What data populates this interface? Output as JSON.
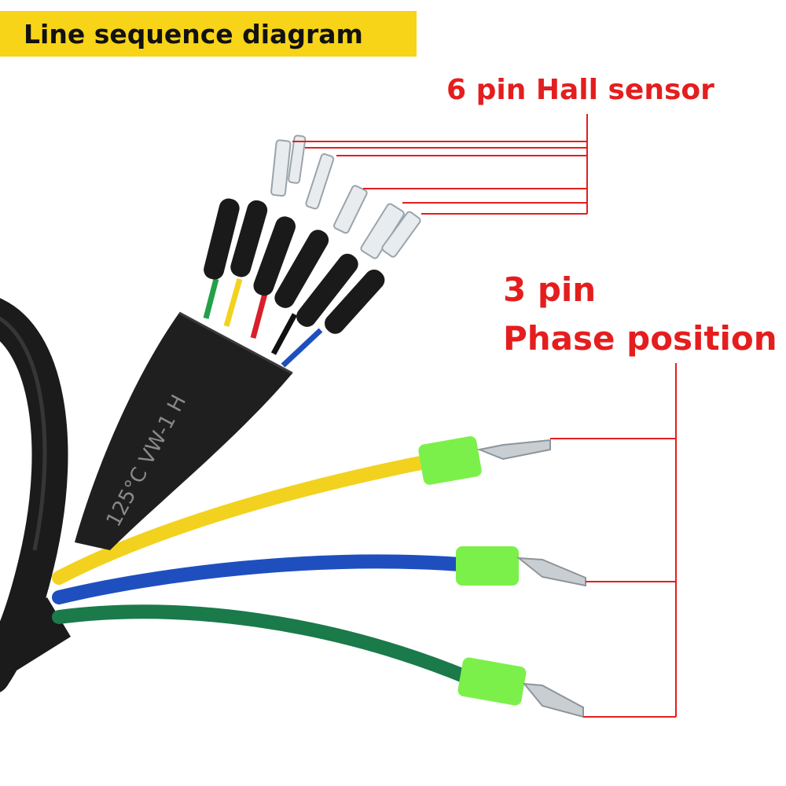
{
  "title": "Line sequence diagram",
  "hall_sensor_label": "6 pin Hall sensor",
  "phase_label_line1": "3 pin",
  "phase_label_line2": "Phase position",
  "cable_print": "125°C  VW-1  H",
  "colors": {
    "title_badge": "#f7d417",
    "callout": "#e41e1e",
    "cable": "#1b1b1b",
    "connector": "#7cf04a",
    "phase_wires": [
      "#f2d21f",
      "#1f4fbf",
      "#1a7a4a"
    ],
    "hall_wires": [
      "#23a04a",
      "#f2d21f",
      "#d8202a",
      "#111111",
      "#1f4fbf"
    ]
  }
}
